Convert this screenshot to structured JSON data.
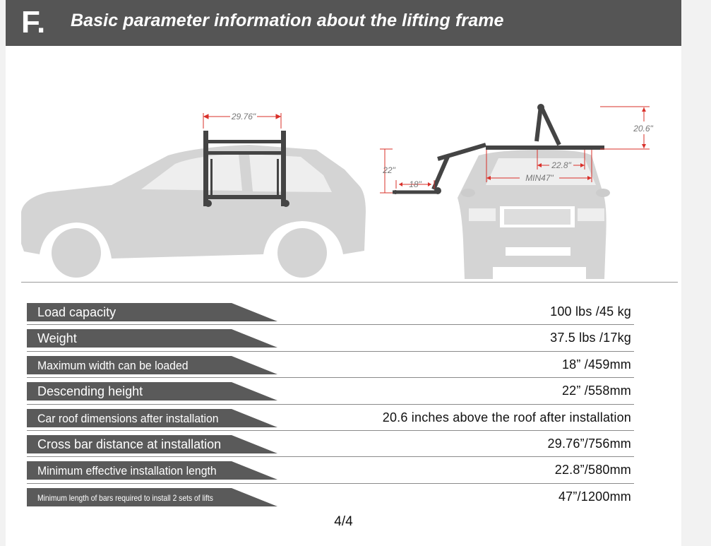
{
  "header": {
    "badge_letter": "F.",
    "title": "Basic parameter information about the lifting frame"
  },
  "figure": {
    "dim_crossbar": "29.76\"",
    "dim_height_above_roof": "20.6\"",
    "dim_descend": "22\"",
    "dim_width": "18\"",
    "dim_min_length": "22.8\"",
    "dim_min_bars": "MIN47\""
  },
  "specs": [
    {
      "label": "Load capacity",
      "value": "100 lbs /45 kg"
    },
    {
      "label": "Weight",
      "value": "37.5 lbs /17kg"
    },
    {
      "label": "Maximum width can be loaded",
      "value": "18” /459mm"
    },
    {
      "label": "Descending height",
      "value": "22” /558mm"
    },
    {
      "label": "Car roof dimensions after installation",
      "value": "20.6 inches above the roof after installation"
    },
    {
      "label": "Cross bar distance at installation",
      "value": "29.76”/756mm"
    },
    {
      "label": "Minimum effective installation length",
      "value": "22.8”/580mm"
    },
    {
      "label": "Minimum length of bars required to install 2 sets of lifts",
      "value": "47”/1200mm"
    }
  ],
  "page_number": "4/4",
  "colors": {
    "header_bg": "#555555",
    "label_bg": "#5a5a5a",
    "dimension_red": "#d9302a",
    "car_gray": "#d4d4d4"
  }
}
